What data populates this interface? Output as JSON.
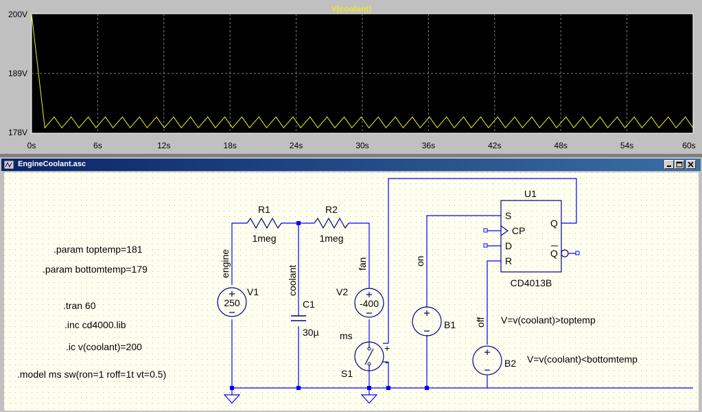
{
  "plot": {
    "trace_label": "V(coolant)",
    "y_ticks": [
      "200V",
      "189V",
      "178V"
    ],
    "x_ticks": [
      "0s",
      "6s",
      "12s",
      "18s",
      "24s",
      "30s",
      "36s",
      "42s",
      "48s",
      "54s",
      "60s"
    ],
    "colors": {
      "background": "#000000",
      "trace": "#f0f040",
      "grid": "#808080",
      "tick_text": "#000000"
    }
  },
  "chart_data": {
    "type": "line",
    "title": "V(coolant)",
    "xlabel": "",
    "ylabel": "",
    "xlim": [
      0,
      60
    ],
    "ylim": [
      178,
      200
    ],
    "x_unit": "s",
    "y_unit": "V",
    "grid": true,
    "series": [
      {
        "name": "V(coolant)",
        "initial": {
          "x": 0,
          "y": 200
        },
        "drop_end": {
          "x": 1.2,
          "y": 179
        },
        "sawtooth": {
          "low": 179,
          "high": 181,
          "x_start": 1.2,
          "x_end": 60,
          "cycles": 38
        }
      }
    ]
  },
  "schematic_window": {
    "title": "EngineCoolant.asc",
    "buttons": {
      "minimize": "minimize",
      "maximize": "maximize",
      "close": "close"
    }
  },
  "schematic": {
    "directives": {
      "param_top": ".param toptemp=181",
      "param_bottom": ".param bottomtemp=179",
      "tran": ".tran 60",
      "inc": ".inc cd4000.lib",
      "ic": ".ic v(coolant)=200",
      "model": ".model ms sw(ron=1 roff=1t vt=0.5)"
    },
    "components": {
      "r1_name": "R1",
      "r1_value": "1meg",
      "r2_name": "R2",
      "r2_value": "1meg",
      "c1_name": "C1",
      "c1_value": "30µ",
      "v1_name": "V1",
      "v1_value": "250",
      "v2_name": "V2",
      "v2_value": "-400",
      "s1_name": "S1",
      "s1_model": "ms",
      "b1_name": "B1",
      "b1_expr": "V=v(coolant)>toptemp",
      "b2_name": "B2",
      "b2_expr": "V=v(coolant)<bottomtemp",
      "u1_name": "U1",
      "u1_part": "CD4013B"
    },
    "nets": {
      "engine": "engine",
      "coolant": "coolant",
      "fan": "fan",
      "on": "on",
      "off": "off"
    },
    "pins": {
      "s": "S",
      "cp": "CP",
      "d": "D",
      "r": "R",
      "q": "Q",
      "qbar": "Q"
    },
    "switch_signs": {
      "plus": "+",
      "minus": "-"
    },
    "colors": {
      "wire": "#0000ff",
      "component": "#000080",
      "node": "#0000ff",
      "text": "#000000",
      "background": "#fffff0",
      "dots": "#b0b0b0"
    }
  }
}
